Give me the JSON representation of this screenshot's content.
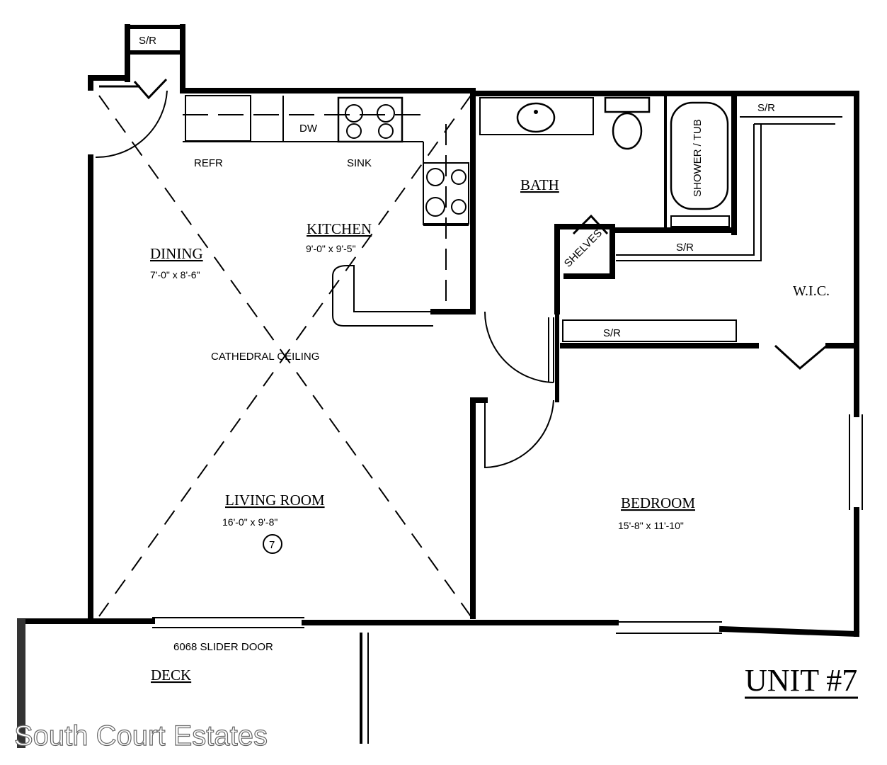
{
  "labels": {
    "sr_top": "S/R",
    "sr_bath": "S/R",
    "sr_mid": "S/R",
    "sr_bed": "S/R",
    "refr": "REFR",
    "dw": "DW",
    "sink": "SINK",
    "kitchen": "KITCHEN",
    "kitchen_dim": "9'-0\" x 9'-5\"",
    "dining": "DINING",
    "dining_dim": "7'-0\" x 8'-6\"",
    "bath": "BATH",
    "shower": "SHOWER / TUB",
    "shelves": "SHELVES",
    "wic": "W.I.C.",
    "cathedral": "CATHEDRAL CEILING",
    "living": "LIVING ROOM",
    "living_dim": "16'-0\" x 9'-8\"",
    "living_num": "7",
    "bedroom": "BEDROOM",
    "bedroom_dim": "15'-8\" x 11'-10\"",
    "slider": "6068 SLIDER DOOR",
    "deck": "DECK",
    "unit": "UNIT #7",
    "watermark": "South Court Estates"
  }
}
